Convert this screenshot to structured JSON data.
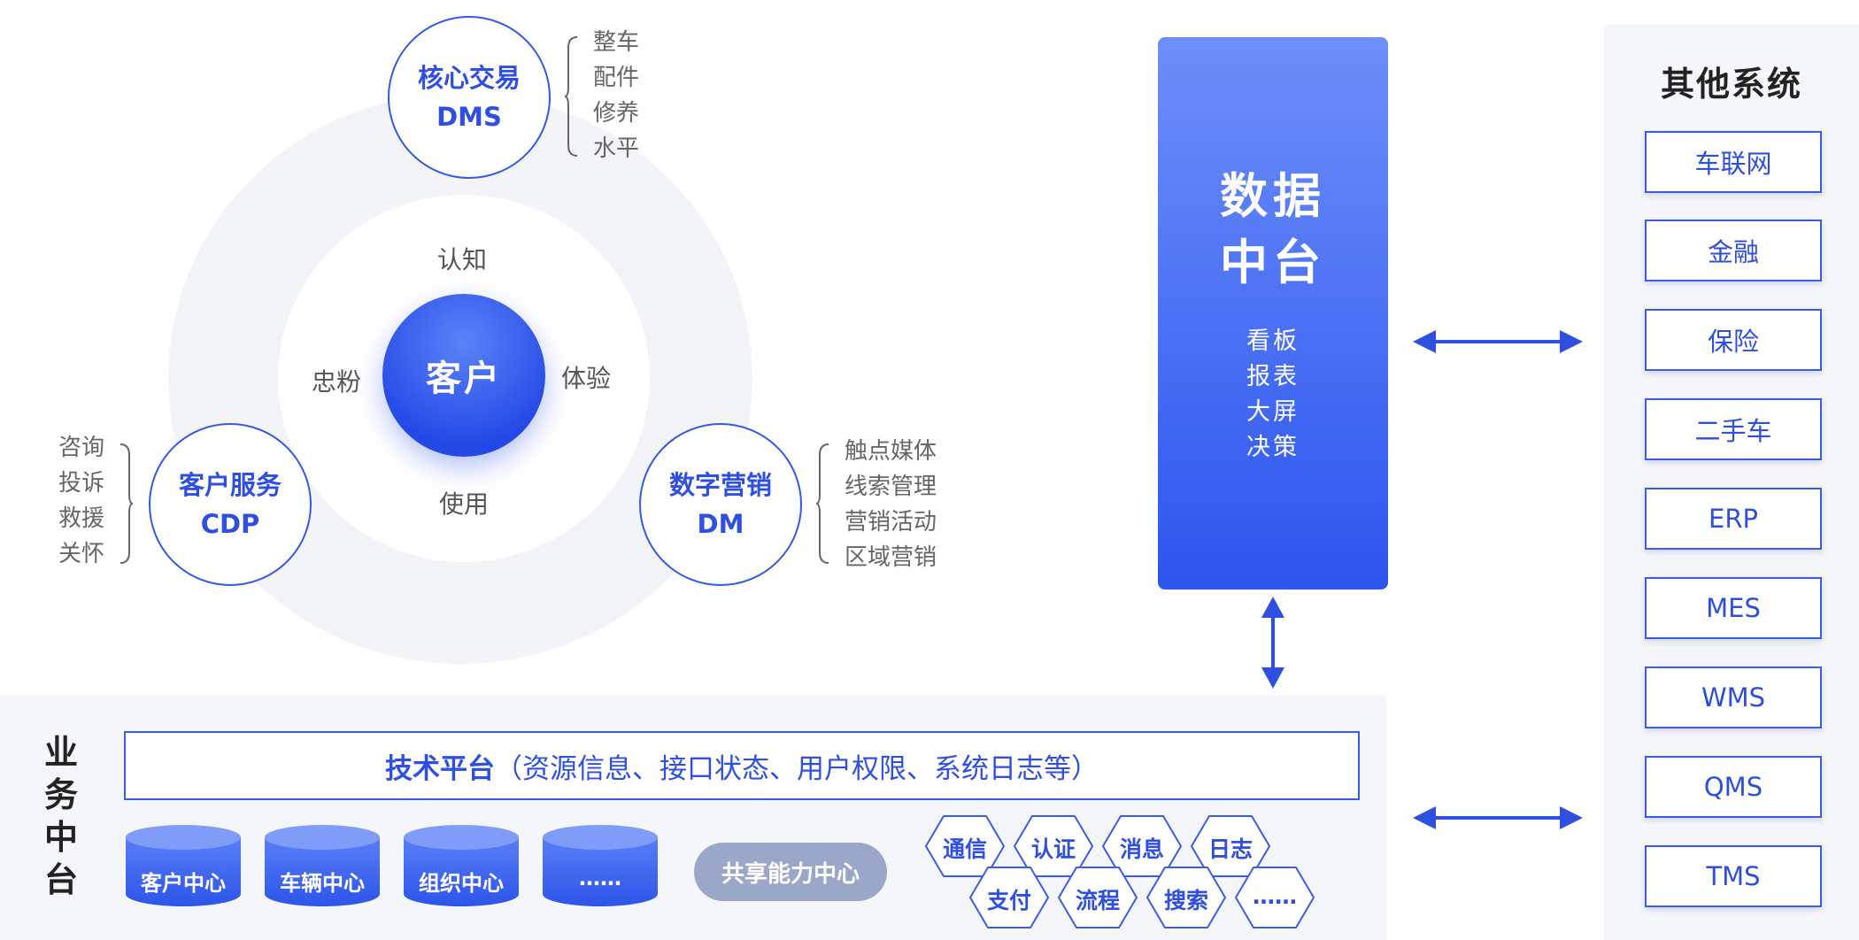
{
  "core": {
    "label": "客户",
    "top": "认知",
    "left": "忠粉",
    "right": "体验",
    "bottom": "使用"
  },
  "modules": {
    "dms": {
      "name": "核心交易",
      "code": "DMS",
      "items": [
        "整车",
        "配件",
        "修养",
        "水平"
      ]
    },
    "cdp": {
      "name": "客户服务",
      "code": "CDP",
      "items": [
        "咨询",
        "投诉",
        "救援",
        "关怀"
      ]
    },
    "dm": {
      "name": "数字营销",
      "code": "DM",
      "items": [
        "触点媒体",
        "线索管理",
        "营销活动",
        "区域营销"
      ]
    }
  },
  "data_platform": {
    "title_line1": "数据",
    "title_line2": "中台",
    "items": [
      "看板",
      "报表",
      "大屏",
      "决策"
    ]
  },
  "other_systems": {
    "title": "其他系统",
    "items": [
      "车联网",
      "金融",
      "保险",
      "二手车",
      "ERP",
      "MES",
      "WMS",
      "QMS",
      "TMS"
    ]
  },
  "business_platform": {
    "title_chars": [
      "业",
      "务",
      "中",
      "台"
    ],
    "tech_bold": "技术平台",
    "tech_rest": "（资源信息、接口状态、用户权限、系统日志等）",
    "centers": [
      "客户中心",
      "车辆中心",
      "组织中心",
      "……"
    ],
    "shared": "共享能力中心",
    "capabilities_row1": [
      "通信",
      "认证",
      "消息",
      "日志"
    ],
    "capabilities_row2": [
      "支付",
      "流程",
      "搜索",
      "……"
    ]
  },
  "colors": {
    "accent": "#2f4fe0",
    "panel": "#f5f6f9"
  }
}
